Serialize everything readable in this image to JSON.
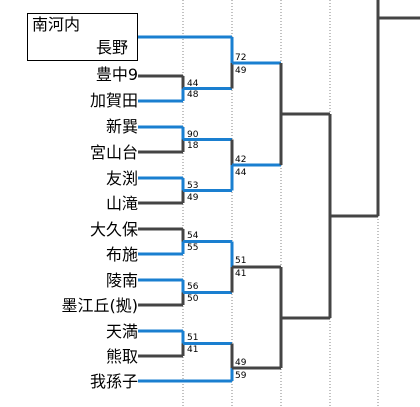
{
  "region": {
    "line1": "南河内",
    "line2": "長野"
  },
  "teams": [
    "豊中9",
    "加賀田",
    "新巽",
    "宮山台",
    "友渕",
    "山滝",
    "大久保",
    "布施",
    "陵南",
    "墨江丘(拠)",
    "天満",
    "熊取",
    "我孫子"
  ],
  "scores": {
    "r1": [
      [
        "44",
        "48"
      ],
      [
        "90",
        "18"
      ],
      [
        "53",
        "49"
      ],
      [
        "54",
        "55"
      ],
      [
        "56",
        "50"
      ],
      [
        "51",
        "41"
      ]
    ],
    "r2": [
      [
        "72",
        "49"
      ],
      [
        "42",
        "44"
      ],
      [
        "51",
        "41"
      ],
      [
        "49",
        "59"
      ]
    ]
  },
  "colors": {
    "winner": "#1a7fd0",
    "loser": "#444444",
    "guide": "#666666"
  }
}
